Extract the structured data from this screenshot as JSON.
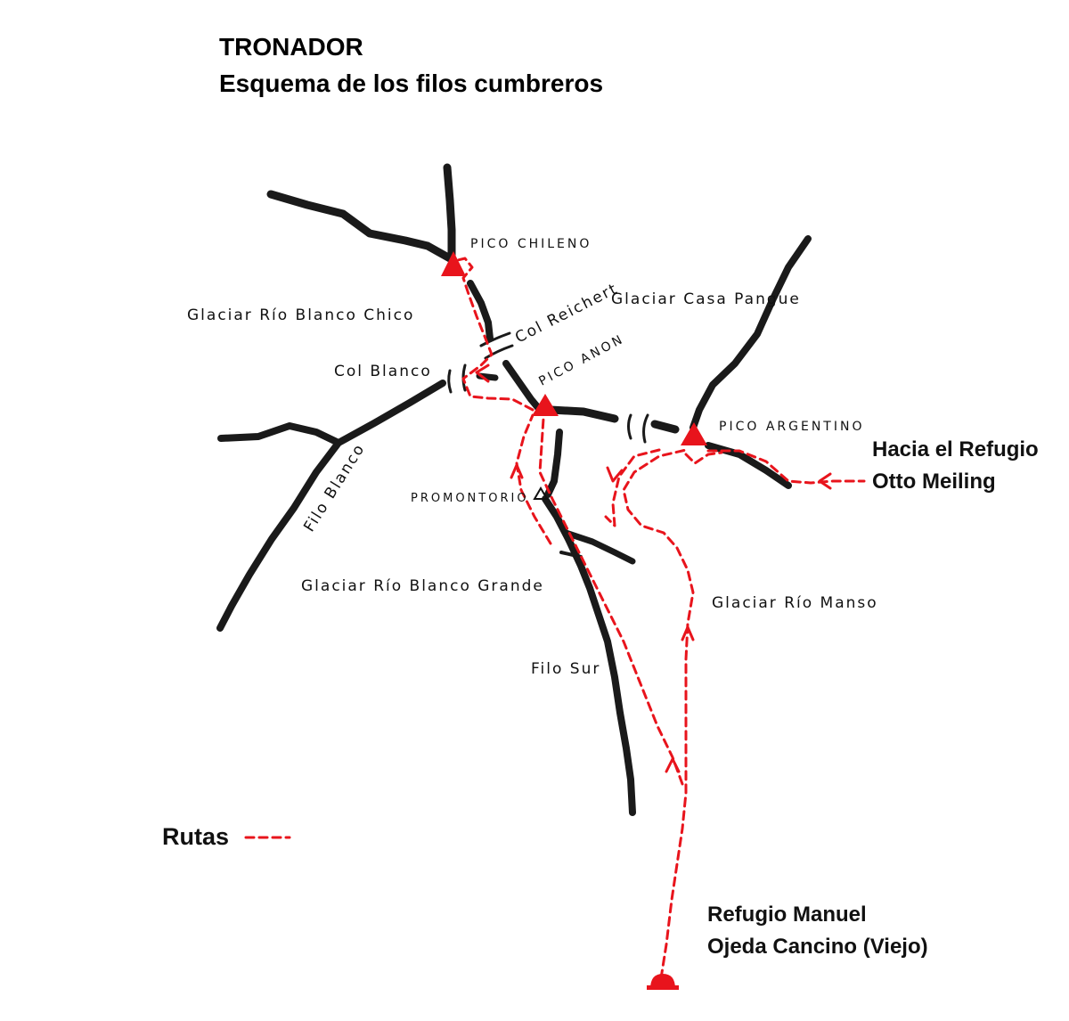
{
  "title": {
    "line1": "TRONADOR",
    "line2": "Esquema de los filos cumbreros"
  },
  "peaks": {
    "chileno": "PICO CHILENO",
    "anon": "PICO ANON",
    "argentino": "PICO ARGENTINO",
    "promontorio": "PROMONTORIO"
  },
  "glaciers": {
    "rio_blanco_chico": "Glaciar Río Blanco Chico",
    "casa_pangue": "Glaciar Casa Pangue",
    "rio_blanco_grande": "Glaciar Río Blanco Grande",
    "rio_manso": "Glaciar Río Manso"
  },
  "cols": {
    "reichert": "Col Reichert",
    "blanco": "Col Blanco"
  },
  "ridges": {
    "filo_blanco": "Filo Blanco",
    "filo_sur": "Filo Sur"
  },
  "destinations": {
    "meiling_line1": "Hacia el Refugio",
    "meiling_line2": "Otto Meiling",
    "refugio_line1": "Refugio Manuel",
    "refugio_line2": "Ojeda Cancino (Viejo)"
  },
  "legend": {
    "label": "Rutas"
  },
  "colors": {
    "route": "#e8141c",
    "ridge": "#1a1a1a"
  }
}
